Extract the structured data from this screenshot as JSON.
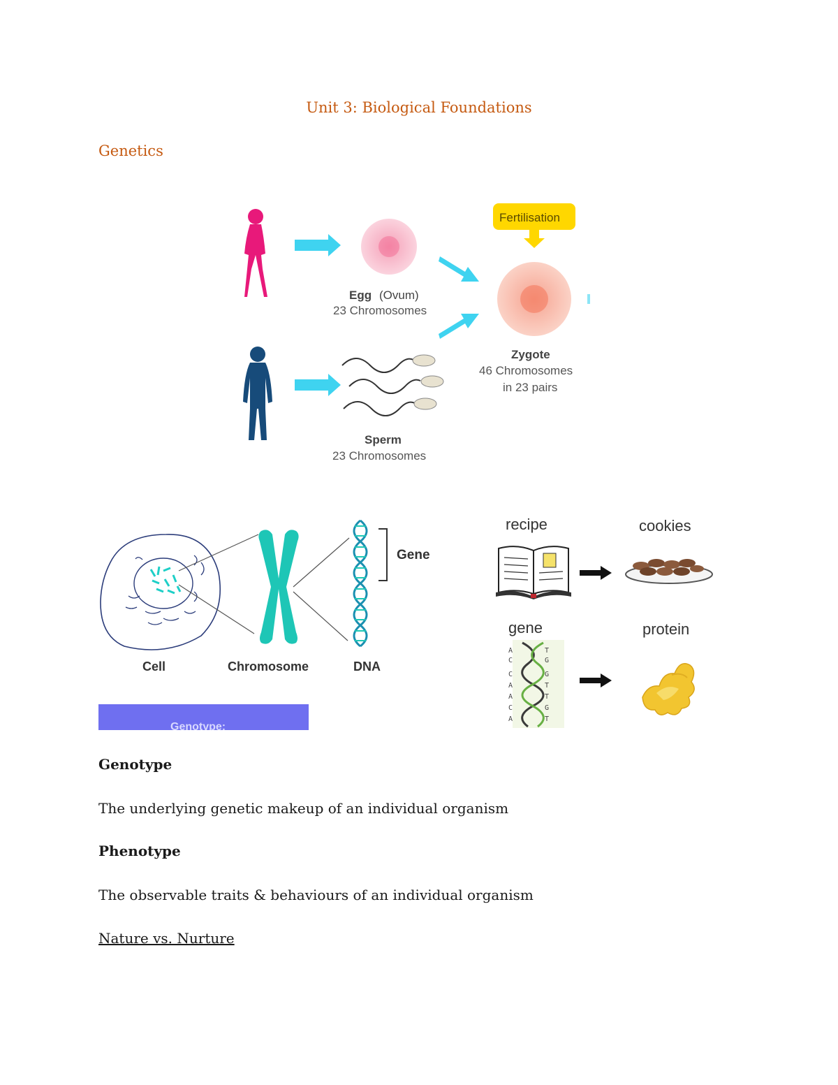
{
  "document": {
    "title": "Unit 3: Biological Foundations",
    "section_heading": "Genetics",
    "fertilisation_figure": {
      "fertilisation_label": "Fertilisation",
      "egg_label": "Egg",
      "egg_sublabel": "(Ovum)",
      "egg_count": "23 Chromosomes",
      "sperm_label": "Sperm",
      "sperm_count": "23 Chromosomes",
      "zygote_label": "Zygote",
      "zygote_count": "46 Chromosomes",
      "zygote_pairs": "in 23 pairs"
    },
    "cell_figure": {
      "cell_label": "Cell",
      "chromosome_label": "Chromosome",
      "dna_label": "DNA",
      "gene_label": "Gene"
    },
    "analogy_figure": {
      "recipe_label": "recipe",
      "cookies_label": "cookies",
      "gene_label": "gene",
      "protein_label": "protein",
      "left_bases": [
        "A",
        "C",
        "C",
        "A",
        "A",
        "C",
        "A"
      ],
      "right_bases": [
        "T",
        "G",
        "G",
        "T",
        "T",
        "G",
        "T"
      ]
    },
    "genotype_bar_text": "Genotype:",
    "genotype_term": "Genotype",
    "genotype_definition": "The underlying genetic makeup of an individual organism",
    "phenotype_term": "Phenotype",
    "phenotype_definition": "The observable traits & behaviours of an individual organism",
    "nature_link": "Nature vs. Nurture"
  }
}
